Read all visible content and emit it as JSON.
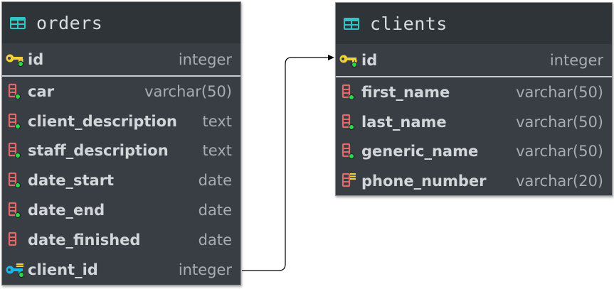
{
  "orders": {
    "name": "orders",
    "pk": {
      "name": "id",
      "type": "integer"
    },
    "columns": [
      {
        "name": "car",
        "type": "varchar(50)"
      },
      {
        "name": "client_description",
        "type": "text"
      },
      {
        "name": "staff_description",
        "type": "text"
      },
      {
        "name": "date_start",
        "type": "date"
      },
      {
        "name": "date_end",
        "type": "date"
      },
      {
        "name": "date_finished",
        "type": "date"
      },
      {
        "name": "client_id",
        "type": "integer"
      }
    ]
  },
  "clients": {
    "name": "clients",
    "pk": {
      "name": "id",
      "type": "integer"
    },
    "columns": [
      {
        "name": "first_name",
        "type": "varchar(50)"
      },
      {
        "name": "last_name",
        "type": "varchar(50)"
      },
      {
        "name": "generic_name",
        "type": "varchar(50)"
      },
      {
        "name": "phone_number",
        "type": "varchar(20)"
      }
    ]
  },
  "colors": {
    "table_bg": "#383e43",
    "header_bg": "#2f3438",
    "table_icon": "#33c4c4",
    "pk_key": "#f2d03b",
    "fk_key": "#1ab8e8",
    "column_icon": "#e06a6a",
    "not_null_dot": "#2bd94a",
    "connector": "#000000"
  },
  "icons": {
    "table": "table-icon",
    "primary_key": "primary-key-icon",
    "foreign_key": "foreign-key-icon",
    "column": "column-icon",
    "indexed_column": "indexed-column-icon"
  }
}
